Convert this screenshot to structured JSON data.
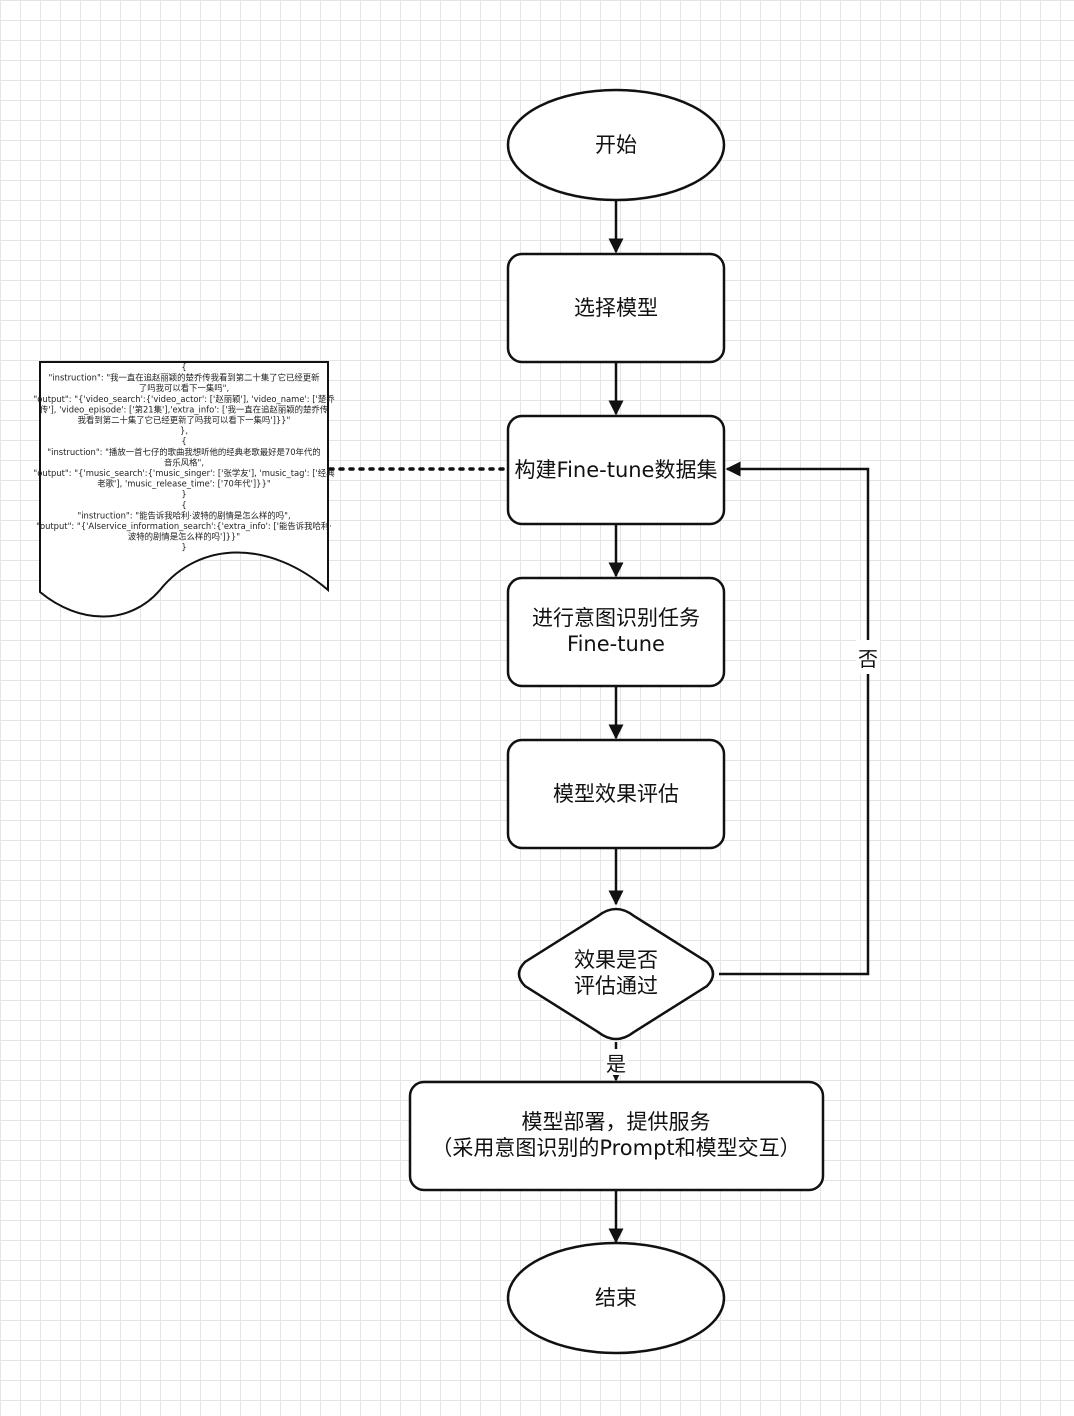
{
  "nodes": {
    "start": "开始",
    "select_model": "选择模型",
    "build_dataset": "构建Fine-tune数据集",
    "finetune": [
      "进行意图识别任务",
      "Fine-tune"
    ],
    "evaluate": "模型效果评估",
    "decision": [
      "效果是否",
      "评估通过"
    ],
    "deploy": [
      "模型部署，提供服务",
      "（采用意图识别的Prompt和模型交互）"
    ],
    "end": "结束"
  },
  "edge_labels": {
    "no": "否",
    "yes": "是"
  },
  "data_note": {
    "lines": [
      "{",
      "\"instruction\": \"我一直在追赵丽颖的楚乔传我看到第二十集了它已经更新",
      "了吗我可以看下一集吗\",",
      "\"output\": \"{'video_search':{'video_actor': ['赵丽颖'], 'video_name': ['楚乔",
      "传'], 'video_episode': ['第21集'],'extra_info': ['我一直在追赵丽颖的楚乔传",
      "我看到第二十集了它已经更新了吗我可以看下一集吗']}}\"",
      "},",
      "{",
      "\"instruction\": \"播放一首七仔的歌曲我想听他的经典老歌最好是70年代的",
      "音乐风格\",",
      "\"output\": \"{'music_search':{'music_singer': ['张学友'], 'music_tag': ['经典",
      "老歌'], 'music_release_time': ['70年代']}}\"",
      "}",
      "{",
      "\"instruction\": \"能告诉我哈利·波特的剧情是怎么样的吗\",",
      "\"output\": \"{'AIservice_information_search':{'extra_info': ['能告诉我哈利·",
      "波特的剧情是怎么样的吗']}}\"",
      "}"
    ]
  }
}
